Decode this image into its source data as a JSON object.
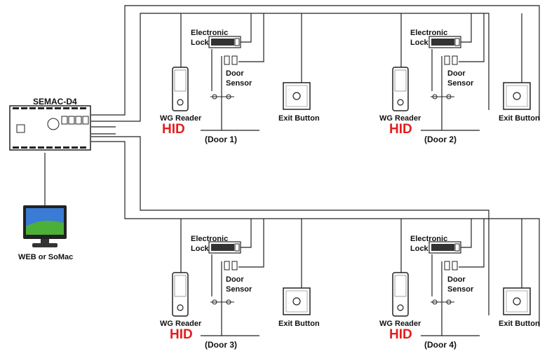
{
  "controller": {
    "name": "SEMAC-D4"
  },
  "computer": {
    "label": "WEB or SoMac"
  },
  "doors": [
    {
      "lock": [
        "Electronic",
        "Lock"
      ],
      "sensor": [
        "Door",
        "Sensor"
      ],
      "reader": "WG Reader",
      "brand": "HID",
      "exit": "Exit Button",
      "name": "(Door 1)"
    },
    {
      "lock": [
        "Electronic",
        "Lock"
      ],
      "sensor": [
        "Door",
        "Sensor"
      ],
      "reader": "WG Reader",
      "brand": "HID",
      "exit": "Exit Button",
      "name": "(Door 2)"
    },
    {
      "lock": [
        "Electronic",
        "Lock"
      ],
      "sensor": [
        "Door",
        "Sensor"
      ],
      "reader": "WG Reader",
      "brand": "HID",
      "exit": "Exit Button",
      "name": "(Door 3)"
    },
    {
      "lock": [
        "Electronic",
        "Lock"
      ],
      "sensor": [
        "Door",
        "Sensor"
      ],
      "reader": "WG Reader",
      "brand": "HID",
      "exit": "Exit Button",
      "name": "(Door 4)"
    }
  ],
  "colors": {
    "line": "#222222",
    "brand": "#e41e1e",
    "screen_sky": "#3a7bd5",
    "screen_grass": "#4caf3a"
  }
}
